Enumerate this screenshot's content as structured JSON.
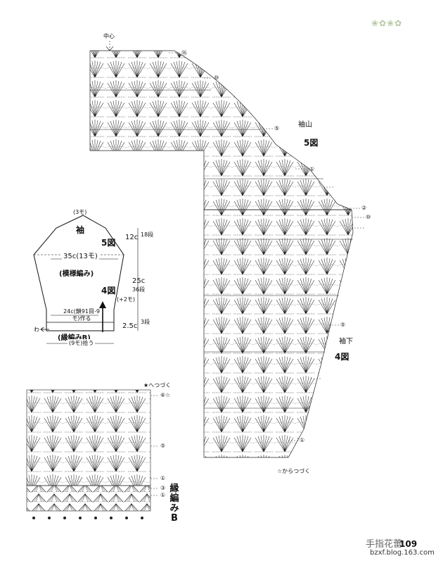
{
  "ornament": "❀✿❀✿",
  "main_chart": {
    "center_label": "中心",
    "cap_label": "袖山",
    "cap_figure": "5図",
    "underarm_label": "袖下",
    "underarm_figure": "4図",
    "continue_from": "☆からつづく",
    "row_markers": [
      "⑮",
      "⑩",
      "⑤",
      "①",
      "⑩",
      "⑤",
      "②",
      "①"
    ]
  },
  "schematic": {
    "top": "(3モ)",
    "title": "袖",
    "title_figure": "5図",
    "cap_height": "12c",
    "cap_rows": "18段",
    "width": "35c(13モ)",
    "pattern": "(模様編み)",
    "body_height": "25c",
    "body_rows": "36段",
    "body_figure": "4図",
    "increase": "(+2モ)",
    "start": "24c(鎖91目-9モ)作る",
    "cuff_height": "2.5c",
    "cuff_rows": "3段",
    "wa": "わ",
    "border": "(縁編みB)",
    "pickup": "(9モ)拾う"
  },
  "detail_chart": {
    "continue_to": "★へつづく",
    "star_marker": "⑥☆",
    "row_markers": [
      "⑤",
      "①",
      "③",
      "①"
    ],
    "border_label": "縁編みB"
  },
  "footer": {
    "page_number": "109",
    "watermark": "手指花蕾",
    "url": "bzxf.blog.163.com"
  }
}
